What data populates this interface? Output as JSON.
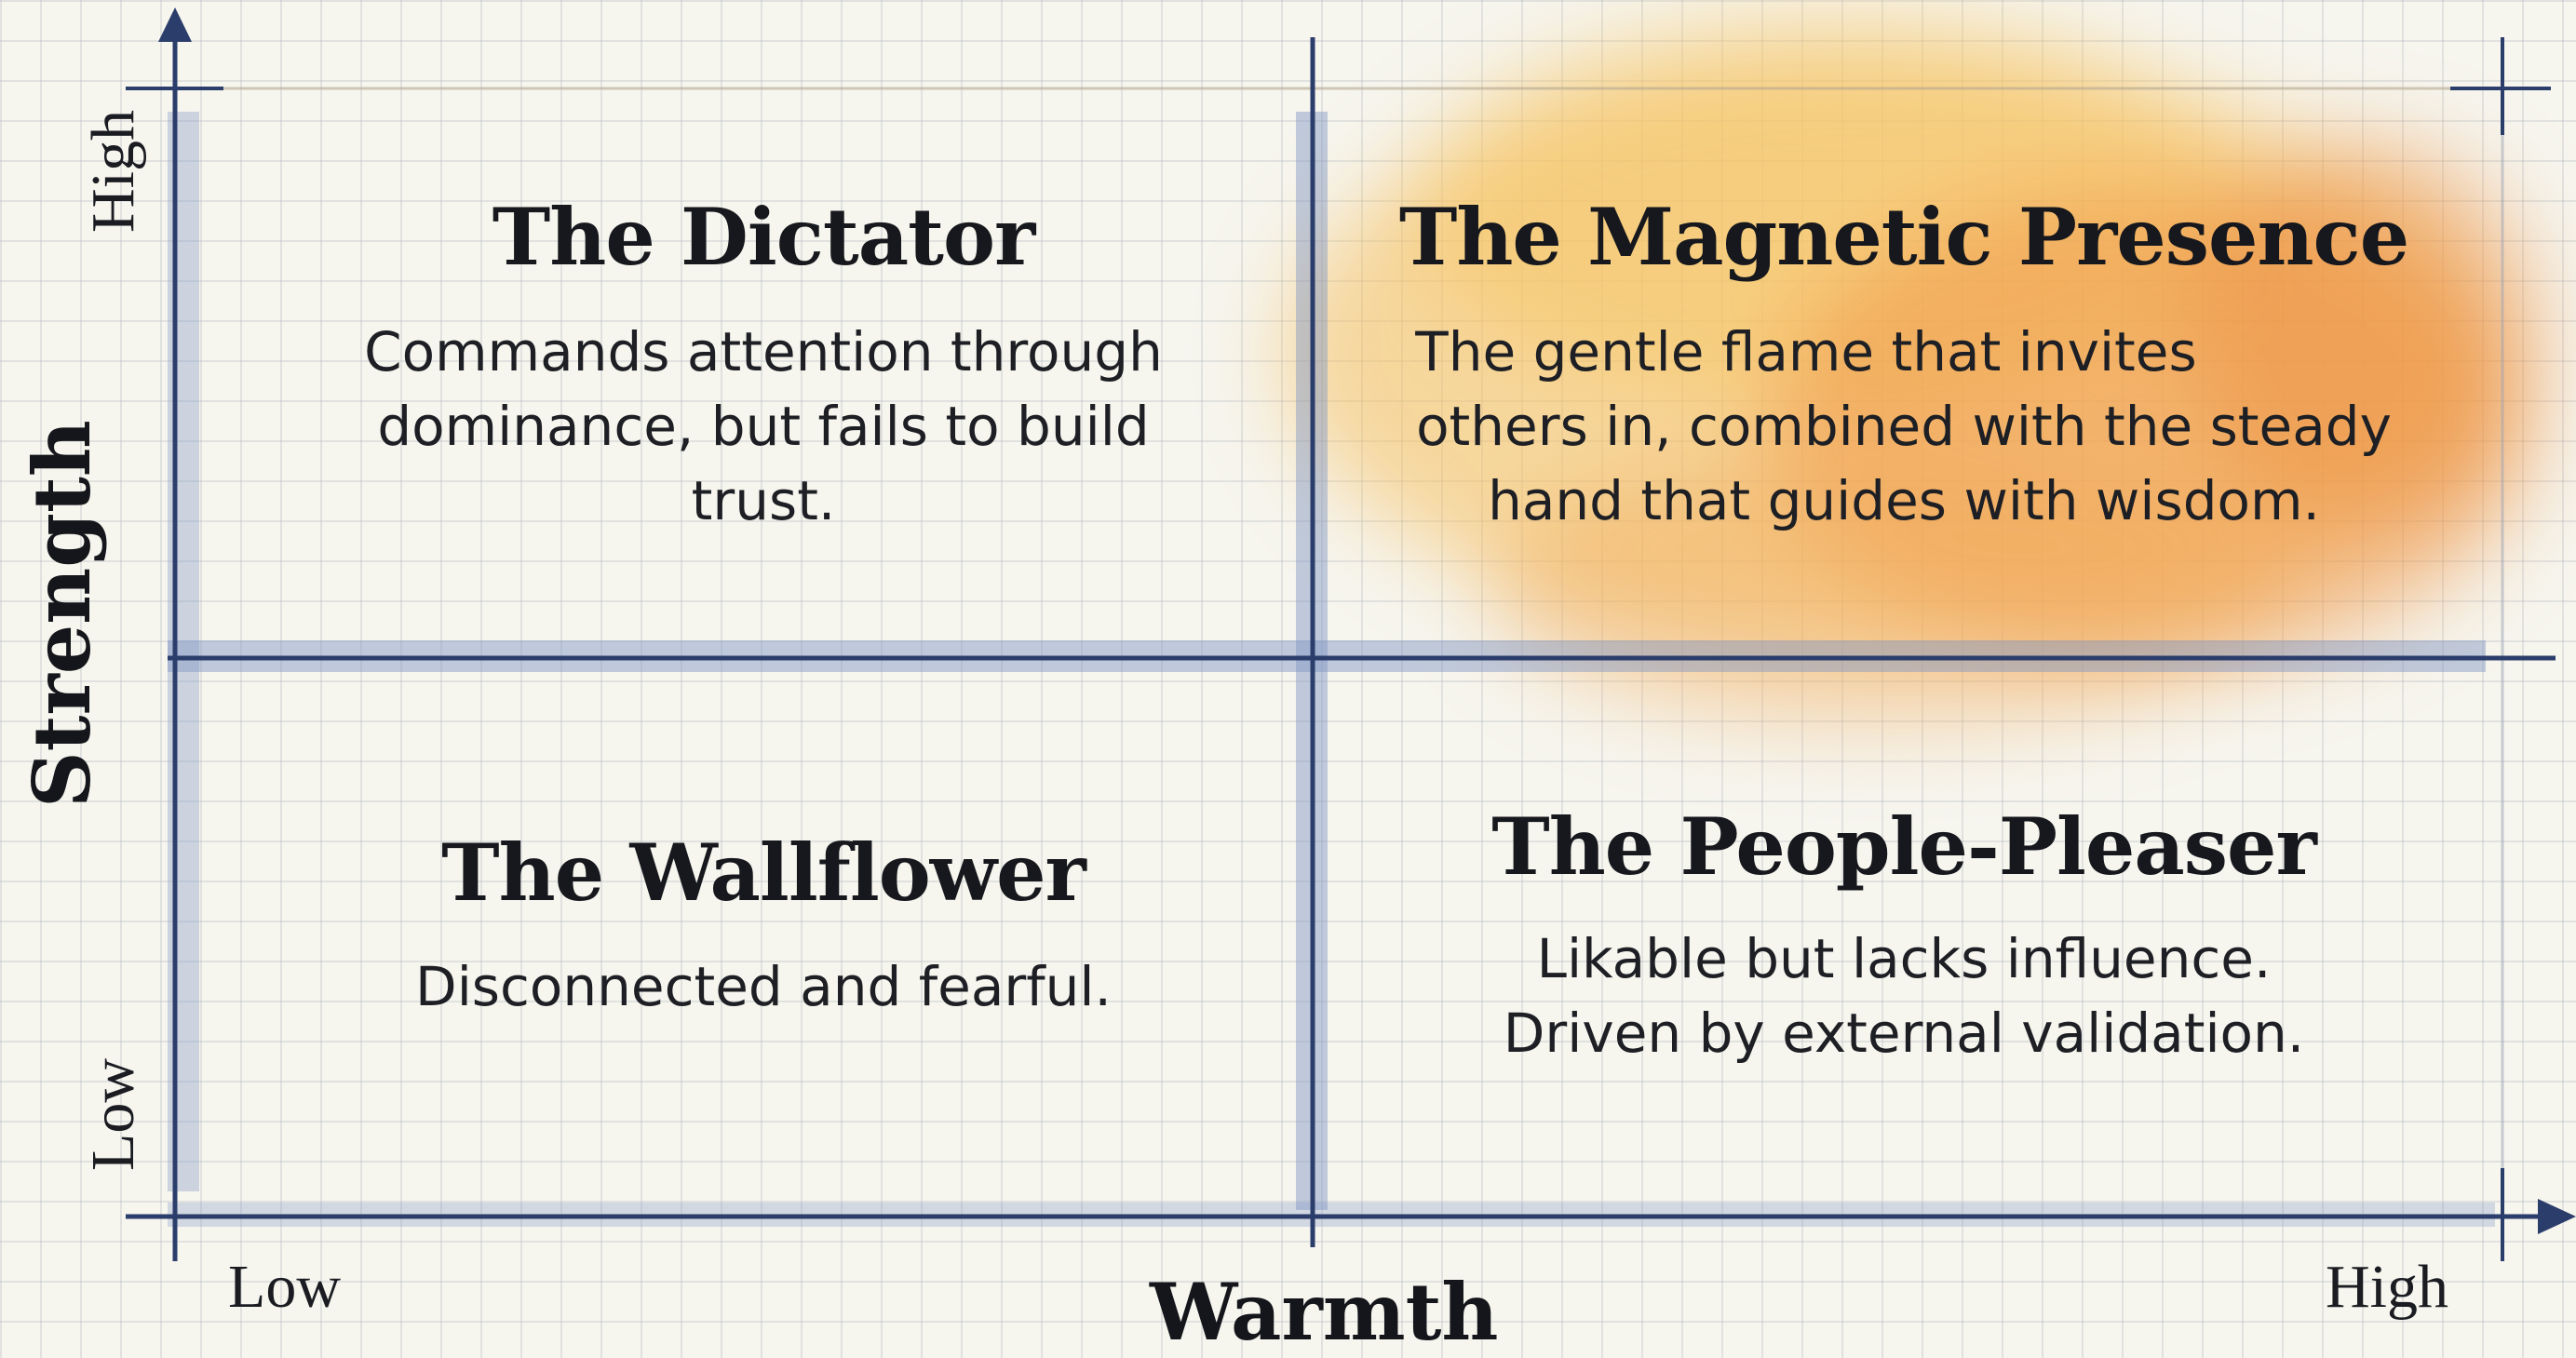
{
  "axes": {
    "y": {
      "title": "Strength",
      "high": "High",
      "low": "Low"
    },
    "x": {
      "title": "Warmth",
      "low": "Low",
      "high": "High"
    }
  },
  "quadrants": {
    "top_left": {
      "title": "The Dictator",
      "lines": [
        "Commands attention through",
        "dominance, but fails to build",
        "trust."
      ]
    },
    "top_right": {
      "title": "The Magnetic Presence",
      "lines": [
        "The gentle flame that invites",
        "others in, combined with the steady",
        "hand that guides with wisdom."
      ]
    },
    "bottom_left": {
      "title": "The Wallflower",
      "lines": [
        "Disconnected and fearful."
      ]
    },
    "bottom_right": {
      "title": "The People-Pleaser",
      "lines": [
        "Likable but lacks influence.",
        "Driven by external validation."
      ]
    }
  },
  "colors": {
    "axis": "#2b3d6b",
    "axis_wash": "#7f95c4",
    "highlight_orange": "#f0a24a",
    "highlight_yellow": "#f6c45e",
    "background": "#f6f5ee"
  }
}
